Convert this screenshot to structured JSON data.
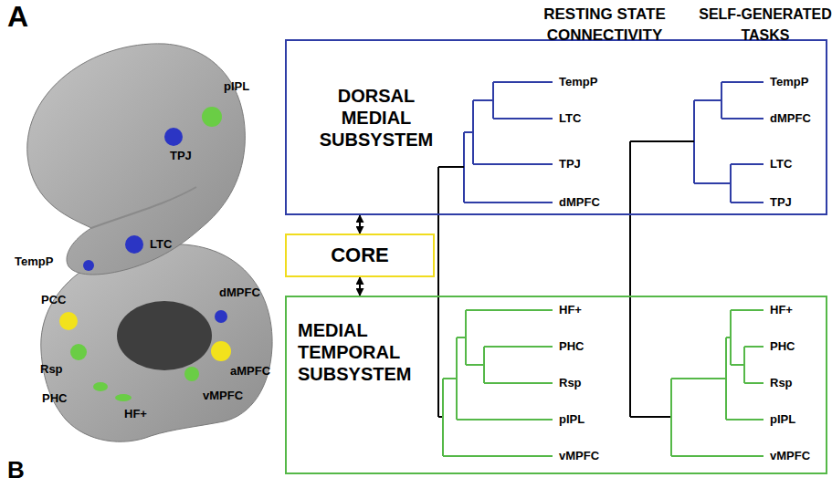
{
  "diagram": {
    "nodes": [
      {
        "text": [
          "DORSAL MEDIAL SUBSYSTEM"
        ]
      },
      {
        "text": [
          "CORE"
        ]
      },
      {
        "text": [
          "MEDIAL TEMPORAL SUBSYSTEM"
        ]
      }
    ],
    "edges": [
      {
        "from": 0,
        "to": 1,
        "arrow": "both"
      },
      {
        "from": 1,
        "to": 2,
        "arrow": "both"
      }
    ],
    "labels": [
      "A",
      "B",
      "pIPL",
      "TPJ",
      "TempP",
      "LTC",
      "PCC",
      "dMPFC",
      "Rsp",
      "aMPFC",
      "vMPFC",
      "PHC",
      "HF+",
      "RESTING STATE CONNECTIVITY",
      "SELF-GENERATED TASKS",
      "TempP",
      "LTC",
      "TPJ",
      "dMPFC",
      "HF+",
      "PHC",
      "Rsp",
      "pIPL",
      "vMPFC",
      "TempP",
      "dMPFC",
      "LTC",
      "TPJ",
      "HF+",
      "PHC",
      "Rsp",
      "pIPL",
      "vMPFC"
    ]
  }
}
